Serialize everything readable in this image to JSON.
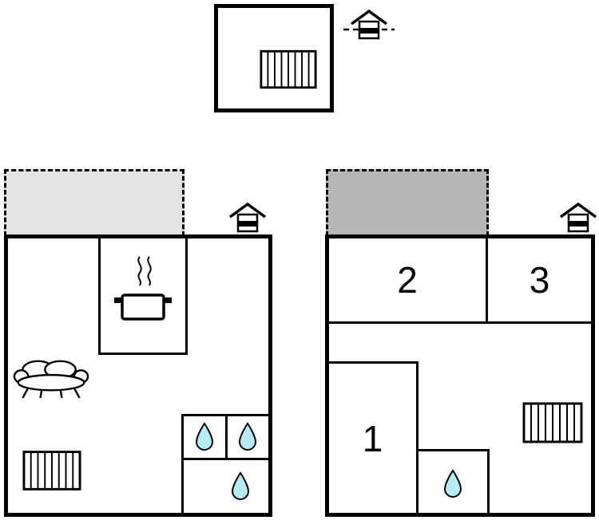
{
  "floorplan": {
    "rooms": {
      "room1": {
        "label": "1"
      },
      "room2": {
        "label": "2"
      },
      "room3": {
        "label": "3"
      }
    },
    "colors": {
      "wall": "#000000",
      "terrace_left": "#e4e4e4",
      "terrace_right": "#b7b7b7",
      "water_drop": "#b5ecf5",
      "background": "#ffffff"
    },
    "icons": {
      "entrance": "entrance-icon",
      "radiator": "radiator-icon",
      "stove_pot": "pot-icon",
      "sofa": "sofa-icon",
      "water_drop": "water-drop-icon"
    },
    "buildings": {
      "annex": {
        "features": [
          "radiator",
          "entrance"
        ]
      },
      "left": {
        "features": [
          "terrace",
          "entrance",
          "kitchen-pot",
          "sofa",
          "radiator",
          "3-water-drops"
        ]
      },
      "right": {
        "features": [
          "terrace",
          "entrance",
          "room-1",
          "room-2",
          "room-3",
          "radiator",
          "1-water-drop"
        ]
      }
    }
  }
}
